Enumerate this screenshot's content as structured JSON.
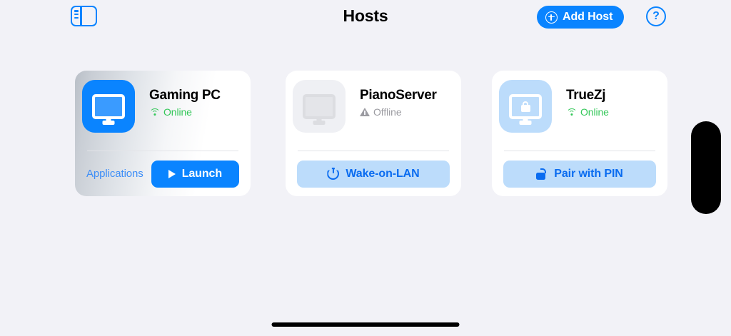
{
  "navbar": {
    "sidebar_toggle_name": "sidebar-toggle-icon",
    "title": "Hosts",
    "add_host_label": "Add Host",
    "help_label": "?"
  },
  "colors": {
    "background": "#f2f2f7",
    "accent_blue": "#0a84ff",
    "online_green": "#34c759",
    "offline_gray": "#9b9ba1",
    "soft_blue_fill": "#bcdcfb",
    "soft_blue_text": "#0a6cf0",
    "card_white": "#ffffff"
  },
  "hosts": [
    {
      "name": "Gaming PC",
      "status": "Online",
      "status_type": "online",
      "status_icon": "wifi-icon",
      "icon": "monitor-icon",
      "icon_style": "blue",
      "secondary_label": "Applications",
      "primary_label": "Launch",
      "primary_icon": "play-icon",
      "selected": true
    },
    {
      "name": "PianoServer",
      "status": "Offline",
      "status_type": "offline",
      "status_icon": "warning-triangle-icon",
      "icon": "monitor-icon",
      "icon_style": "gray",
      "action_label": "Wake-on-LAN",
      "action_icon": "power-icon",
      "selected": false
    },
    {
      "name": "TrueZj",
      "status": "Online",
      "status_type": "online",
      "status_icon": "wifi-icon",
      "icon": "monitor-lock-icon",
      "icon_style": "light",
      "action_label": "Pair with PIN",
      "action_icon": "unlock-icon",
      "selected": false
    }
  ]
}
